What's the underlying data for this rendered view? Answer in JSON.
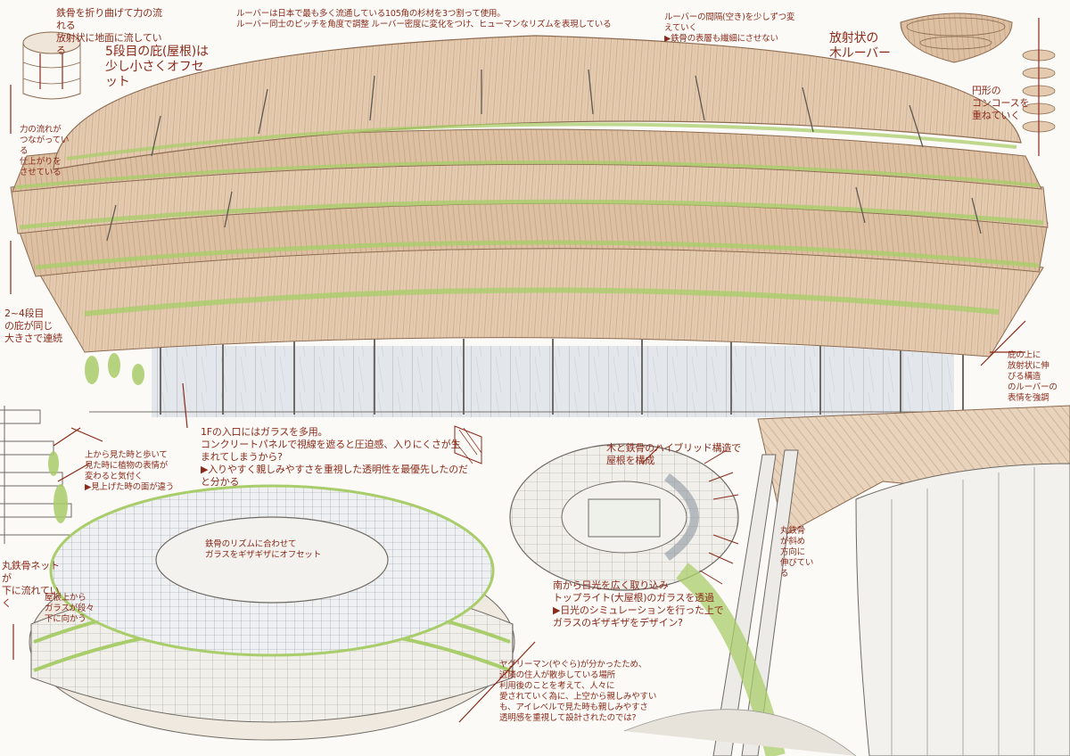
{
  "sheet": {
    "title": "国立競技場 スケッチ"
  },
  "colors": {
    "ink": "#8a2a1a",
    "wood": "#e2c9ad",
    "wood_dark": "#b98f6e",
    "green": "#a9cd6a",
    "glass": "#c9d2dc",
    "pencil": "#6f6a64"
  },
  "notes": {
    "roof_offset": "5段目の庇(屋根)は\n少し小さくオフセット",
    "steel_bend": "鉄骨を折り曲げて力の流れる\n放射状に地面に流している",
    "louver_size": "ルーバーは日本で最も多く流通している105角の杉材を3つ割って使用。\nルーバー同士のピッチを角度で調整 ルーバー密度に変化をつけ、ヒューマンなリズムを表現している",
    "louver_gap": "ルーバーの間隔(空き)を少しずつ変えていく\n▶鉄骨の表層も繊細にさせない",
    "radial_louver": "放射状の\n木ルーバー",
    "concourse": "円形の\nコンコースを\n重ねていく",
    "eaves_flow": "力の流れが\nつながっている\n仕上がりを\nさせている",
    "eaves_same": "2~4段目\nの庇が同じ\n大きさで連続",
    "eaves_right": "庇の上に\n放射状に伸\nびる構造\nのルーバーの\n表情を強調",
    "entrance": "1Fの入口にはガラスを多用。\nコンクリートパネルで視線を遮ると圧迫感、入りにくさが生まれてしまうから?\n▶入りやすく親しみやすさを重視した透明性を最優先したのだと分かる",
    "left_view": "上から見た時と歩いて\n見た時に植物の表情が\n変わると気付く\n▶見上げた時の面が違う",
    "hybrid": "木と鉄骨のハイブリッド構造で\n屋根を構成",
    "glass_offset": "鉄骨のリズムに合わせて\nガラスをギザギザにオフセット",
    "glass_lower": "屋根上から\nガラスが段々\n下に向かう",
    "steel_down": "丸鉄骨ネットが\n下に流れていく",
    "round_steel": "丸鉄骨\nが斜め\n方向に\n伸びている",
    "south_light": "南から日光を広く取り込み\nトップライト(大屋根)のガラスを透過\n▶日光のシミュレーションを行った上で\nガラスのギザギザをデザイン?",
    "people": "ヤグリーマン(やぐら)が分かったため、\n近隣の住人が散歩している場所\n利用後のことを考えて、人々に\n愛されていく為に、上空から親しみやすい\nも、アイレベルで見た時も親しみやすさ\n透明感を重視して設計されたのでは?"
  }
}
